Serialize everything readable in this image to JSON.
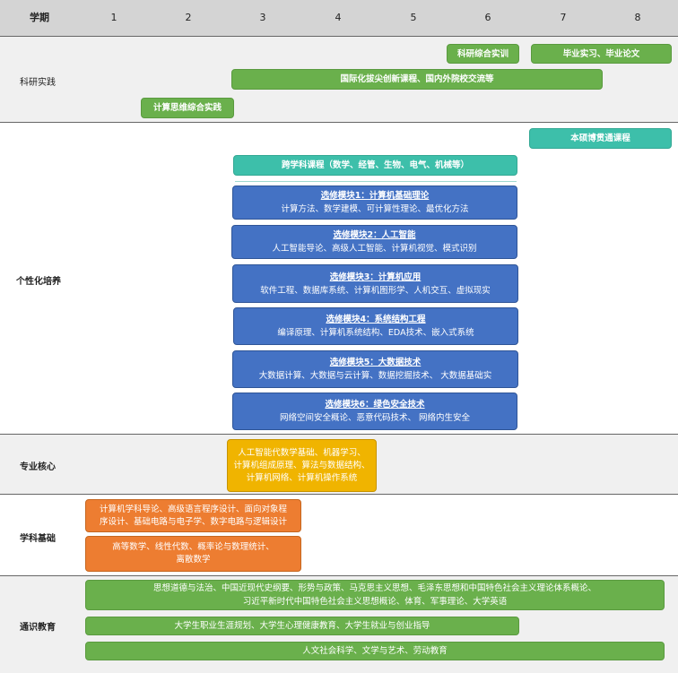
{
  "header": {
    "term_label": "学期",
    "semesters": [
      "1",
      "2",
      "3",
      "4",
      "5",
      "6",
      "7",
      "8"
    ]
  },
  "sections": {
    "research": {
      "label": "科研实践",
      "items": [
        "科研综合实训",
        "毕业实习、毕业论文",
        "国际化拔尖创新课程、国内外院校交流等",
        "计算思维综合实践"
      ]
    },
    "personal": {
      "label": "个性化培养",
      "top_items": [
        "本硕博贯通课程",
        "跨学科课程（数学、经管、生物、电气、机械等）"
      ],
      "modules": [
        {
          "title": "选修模块1：计算机基础理论",
          "courses": "计算方法、数学建模、可计算性理论、最优化方法"
        },
        {
          "title": "选修模块2：人工智能",
          "courses": "人工智能导论、高级人工智能、计算机视觉、模式识别"
        },
        {
          "title": "选修模块3：计算机应用",
          "courses": "软件工程、数据库系统、计算机图形学、人机交互、虚拟现实"
        },
        {
          "title": "选修模块4：系统结构工程",
          "courses": "编译原理、计算机系统结构、EDA技术、嵌入式系统"
        },
        {
          "title": "选修模块5：大数据技术",
          "courses": "大数据计算、大数据与云计算、数据挖掘技术、 大数据基础实"
        },
        {
          "title": "选修模块6：绿色安全技术",
          "courses": "网络空间安全概论、恶意代码技术、 网络内生安全"
        }
      ]
    },
    "core": {
      "label": "专业核心",
      "lines": [
        "人工智能代数学基础、机器学习、",
        "计算机组成原理、算法与数据结构、",
        "计算机网络、计算机操作系统"
      ]
    },
    "foundation": {
      "label": "学科基础",
      "box1": [
        "计算机学科导论、高级语言程序设计、面向对象程",
        "序设计、基础电路与电子学、数字电路与逻辑设计"
      ],
      "box2": [
        "高等数学、线性代数、概率论与数理统计、",
        "离散数学"
      ]
    },
    "general": {
      "label": "通识教育",
      "box1": [
        "思想道德与法治、中国近现代史纲要、形势与政策、马克思主义思想、毛泽东思想和中国特色社会主义理论体系概论、",
        "习近平新时代中国特色社会主义思想概论、体育、军事理论、大学英语"
      ],
      "box2": "大学生职业生涯规划、大学生心理健康教育、大学生就业与创业指导",
      "box3": "人文社会科学、文学与艺术、劳动教育"
    }
  },
  "colors": {
    "green": "#6ab04c",
    "teal": "#3dbfaa",
    "blue": "#4472c4",
    "orange": "#ed7d31",
    "gold": "#f0b400",
    "header_gray": "#d4d4d4"
  }
}
